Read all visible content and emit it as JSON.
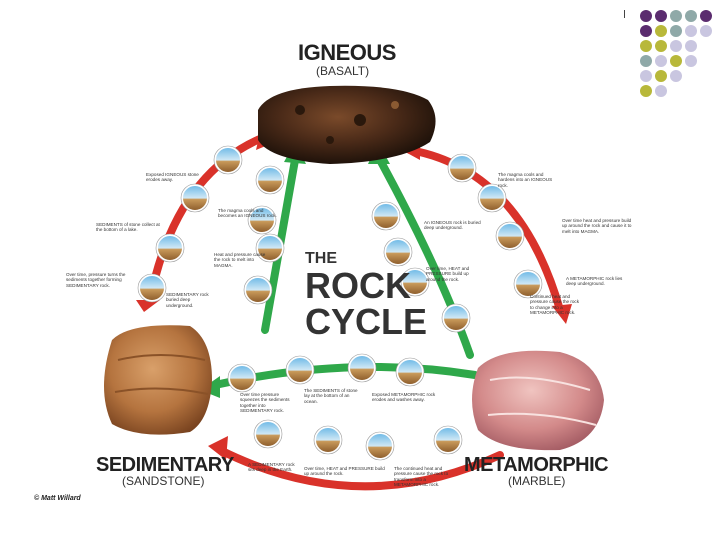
{
  "igneous": {
    "title": "IGNEOUS",
    "subtitle": "(BASALT)"
  },
  "sedimentary": {
    "title": "SEDIMENTARY",
    "subtitle": "(SANDSTONE)"
  },
  "metamorphic": {
    "title": "METAMORPHIC",
    "subtitle": "(MARBLE)"
  },
  "center": {
    "line1": "THE",
    "line2": "ROCK",
    "line3": "CYCLE"
  },
  "credit": "© Matt Willard",
  "page_mark": "I",
  "captions": {
    "exposed_igneous": "Exposed IGNEOUS stone erodes away.",
    "sediments_collect": "SEDIMENTS of stone collect at the bottom of a lake.",
    "over_time_pressure": "Over time, pressure turns the sediments together forming SEDIMENTARY rock.",
    "sedimentary_buried": "SEDIMENTARY rock buried deep underground.",
    "magma_cools": "The magma cools and becomes an IGNEOUS rock.",
    "heat_pressure_melt": "Heat and pressure cause the rock to melt into MAGMA.",
    "magma_cools_right": "The magma cools and hardens into an IGNEOUS rock.",
    "igneous_buried": "An IGNEOUS rock is buried deep underground.",
    "heat_pressure_build": "Over time, HEAT and PRESSURE build up around the rock.",
    "heat_pressure_melt_right": "Over time heat and pressure build up around the rock and cause it to melt into MAGMA.",
    "metamorphic_buried": "A METAMORPHIC rock lies deep underground.",
    "continued_heat": "Continued heat and pressure cause the rock to change into a METAMORPHIC rock.",
    "sediments_bottom": "The SEDIMENTS of stone lay at the bottom of an ocean.",
    "exposed_metamorphic": "Exposed METAMORPHIC rock erodes and washes away.",
    "over_time_sedimentary": "Over time pressure squeezes the sediments together into SEDIMENTARY rock.",
    "sedimentary_deep": "A SEDIMENTARY rock sits deep in the Earth.",
    "heat_pressure_bottom": "Over time, HEAT and PRESSURE build up around the rock.",
    "continued_bottom": "The continued heat and pressure cause the rock to transform into a METAMORPHIC rock."
  },
  "colors": {
    "arrow_red": "#d9322a",
    "arrow_green": "#2fa84a",
    "dot_purple": "#5b2c6f",
    "dot_teal": "#8fa9a8",
    "dot_olive": "#b8b83a",
    "dot_lavender": "#c9c6e0"
  },
  "icons": [
    "basalt-rock-image",
    "sandstone-rock-image",
    "marble-rock-image",
    "process-circle-icon"
  ]
}
